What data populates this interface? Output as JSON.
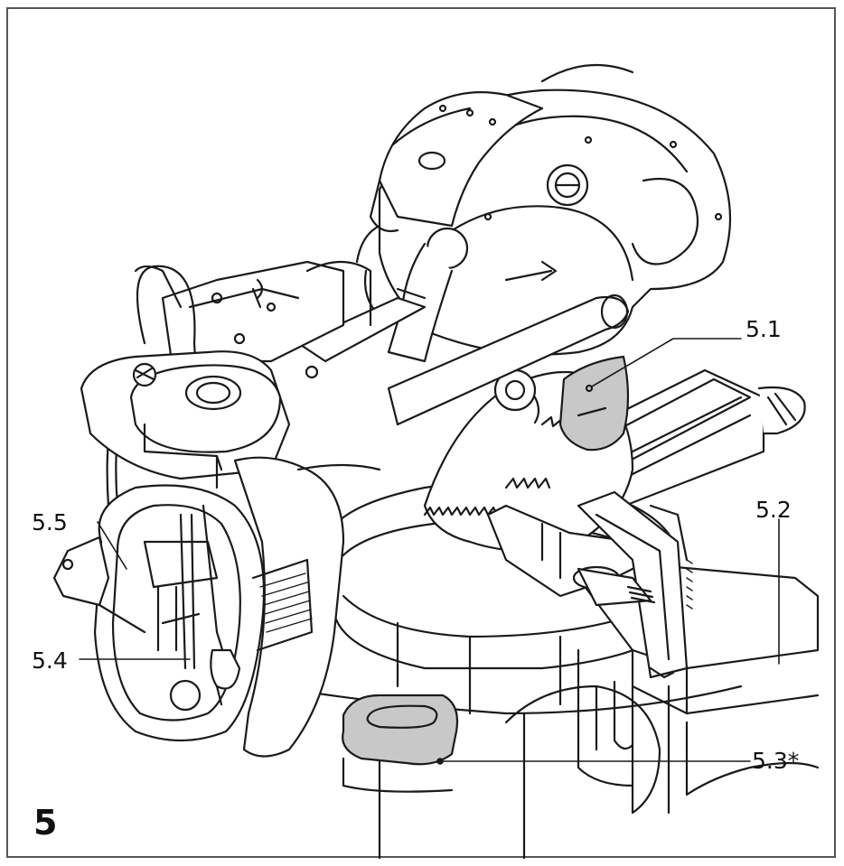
{
  "figure": {
    "number": "5",
    "callouts": {
      "c51": "5.1",
      "c52": "5.2",
      "c53": "5.3*",
      "c54": "5.4",
      "c55": "5.5"
    },
    "highlight_color": "#c8c8c8",
    "line_color": "#1a1a1a"
  }
}
